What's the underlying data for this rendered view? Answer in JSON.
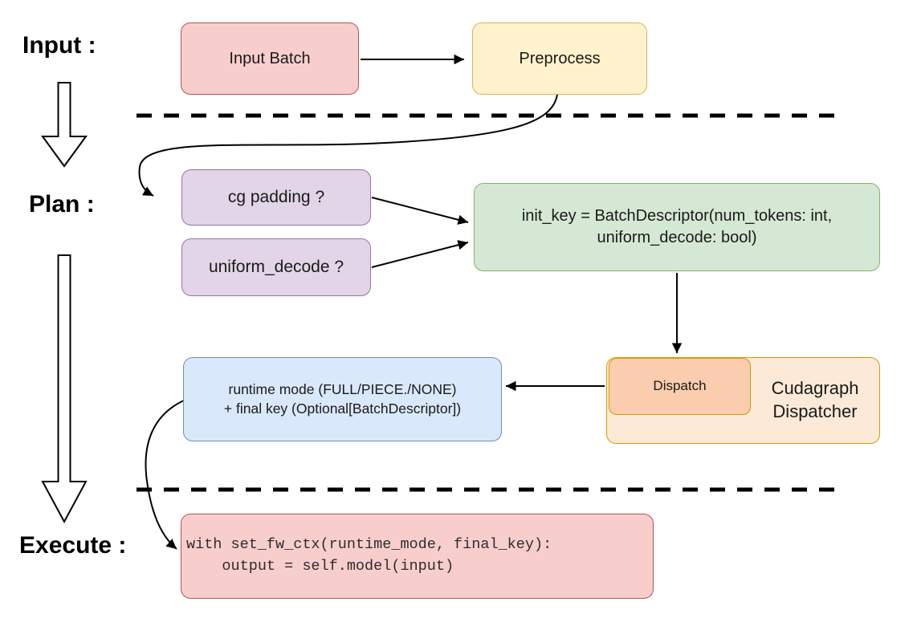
{
  "stage_labels": {
    "input": "Input :",
    "plan": "Plan :",
    "execute": "Execute :"
  },
  "nodes": {
    "input_batch": {
      "label": "Input Batch",
      "fill": "#f8cecc",
      "stroke": "#b85450"
    },
    "preprocess": {
      "label": "Preprocess",
      "fill": "#fff2cc",
      "stroke": "#d6b656"
    },
    "cg_padding": {
      "label": "cg padding ?",
      "fill": "#e1d5e7",
      "stroke": "#9673a6"
    },
    "uniform_decode": {
      "label": "uniform_decode ?",
      "fill": "#e1d5e7",
      "stroke": "#9673a6"
    },
    "init_key": {
      "line1": "init_key = BatchDescriptor(num_tokens: int,",
      "line2": "uniform_decode: bool)",
      "fill": "#d5e8d4",
      "stroke": "#82b366"
    },
    "dispatch": {
      "label": "Dispatch",
      "fill": "#f9cdad",
      "stroke": "#d79b00"
    },
    "cudagraph_dispatcher": {
      "line1": "Cudagraph",
      "line2": "Dispatcher",
      "fill": "#fce9d8",
      "stroke": "#d79b00"
    },
    "runtime_output": {
      "line1": "runtime mode (FULL/PIECE./NONE)",
      "line2": "+ final key (Optional[BatchDescriptor])",
      "fill": "#dae8fc",
      "stroke": "#6c8ebf"
    },
    "execute_code": {
      "line1": "with set_fw_ctx(runtime_mode, final_key):",
      "line2": "    output = self.model(input)",
      "fill": "#f8cecc",
      "stroke": "#b85450"
    }
  },
  "connector_color": "#000000"
}
